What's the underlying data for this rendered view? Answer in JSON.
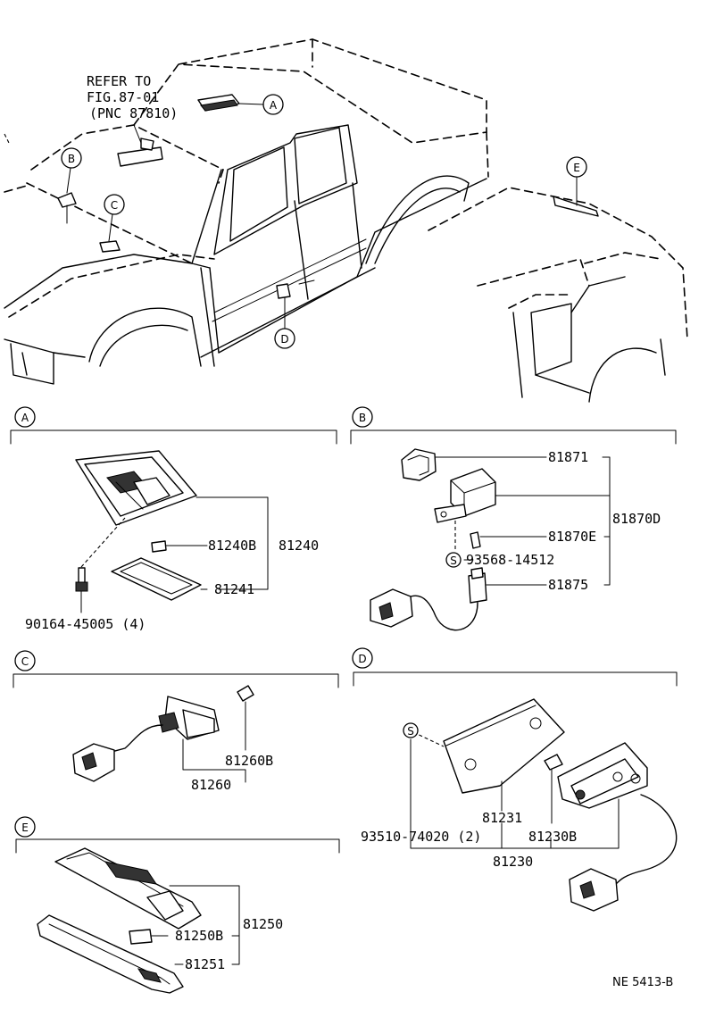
{
  "refer_note": {
    "line1": "REFER TO",
    "line2": "FIG.87-01",
    "line3": "(PNC 87810)"
  },
  "callouts": {
    "a": "A",
    "b": "B",
    "c": "C",
    "d": "D",
    "e": "E",
    "s": "S"
  },
  "section_a": {
    "p_81240B": "81240B",
    "p_81240": "81240",
    "p_81241": "81241",
    "p_bolt": "90164-45005 (4)"
  },
  "section_b": {
    "p_81871": "81871",
    "p_81870E": "81870E",
    "p_81870D": "81870D",
    "p_93568": "93568-14512",
    "p_81875": "81875"
  },
  "section_c": {
    "p_81260B": "81260B",
    "p_81260": "81260"
  },
  "section_d": {
    "p_81231": "81231",
    "p_93510": "93510-74020 (2)",
    "p_81230B": "81230B",
    "p_81230": "81230"
  },
  "section_e": {
    "p_81250": "81250",
    "p_81250B": "81250B",
    "p_81251": "81251"
  },
  "footer": {
    "code": "NE 5413-B"
  }
}
